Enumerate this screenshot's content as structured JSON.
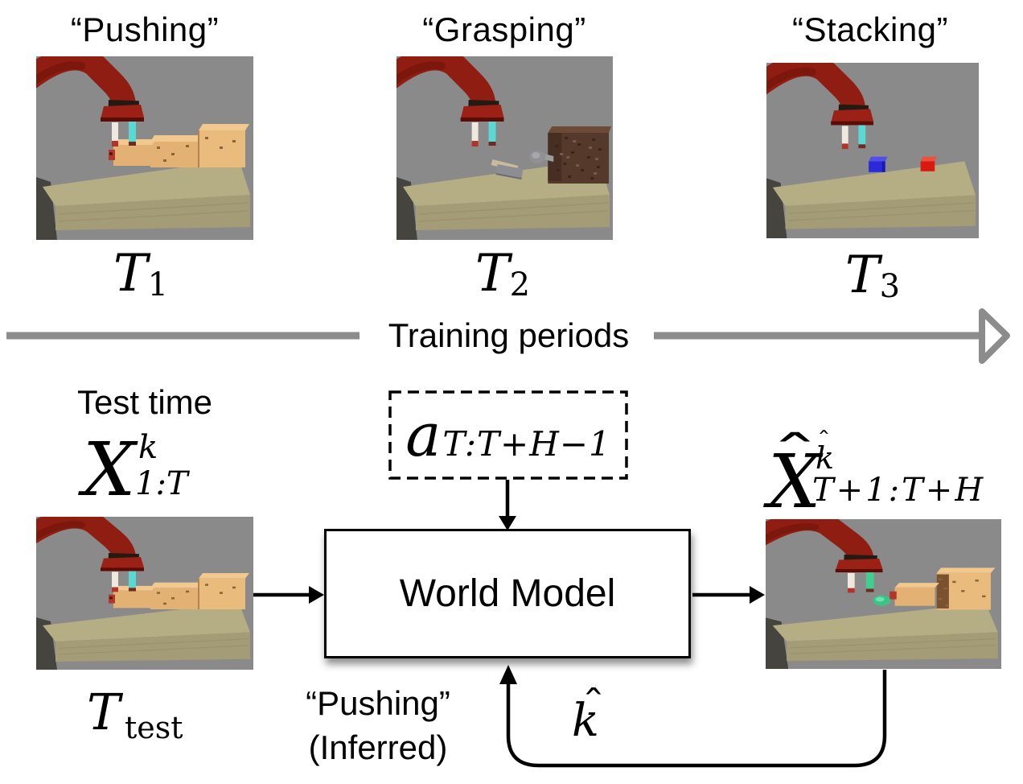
{
  "training_row": {
    "panels": [
      {
        "label": "“Pushing”",
        "task_base": "T",
        "task_sub": "1",
        "scene": "pushing"
      },
      {
        "label": "“Grasping”",
        "task_base": "T",
        "task_sub": "2",
        "scene": "grasping"
      },
      {
        "label": "“Stacking”",
        "task_base": "T",
        "task_sub": "3",
        "scene": "stacking"
      }
    ],
    "axis_label": "Training periods"
  },
  "test_row": {
    "heading": "Test time",
    "observation": {
      "base": "X",
      "sup": "k",
      "sub": "1:T"
    },
    "scene": "pushing",
    "task_base": "T",
    "task_sub": "test",
    "action": {
      "base": "a",
      "sub": "T:T+H−1"
    },
    "world_model_label": "World Model",
    "inferred_line1": "“Pushing”",
    "inferred_line2": "(Inferred)",
    "k_hat": {
      "base": "k",
      "hat": "ˆ"
    },
    "prediction": {
      "hat": "ˆ",
      "base": "X",
      "sup_hat": "ˆ",
      "sup": "k",
      "sub": "T+1:T+H"
    },
    "pred_scene": "predicted"
  },
  "colors": {
    "axis_gray": "#8c8c8c",
    "line_black": "#000000",
    "sim_bg": "#8a8a8a",
    "table_top": "#b5ad84",
    "table_front": "#a49c76",
    "dark_corner": "#45443e",
    "robot_red": "#8f1d12",
    "gripper_red": "#9b2015",
    "block_tan": "#e3b173",
    "block_tan_top": "#f1c88e",
    "finger_white": "#efe8df",
    "finger_cyan": "#5ad8d4",
    "finger_green": "#3fcf8f",
    "green_obj": "#3cc488",
    "cube_blue": "#2a2ad8",
    "cube_red": "#da1a10",
    "brown_box": "#553a2b",
    "hammer_gray": "#8d8d94",
    "red_tip": "#b23629"
  }
}
